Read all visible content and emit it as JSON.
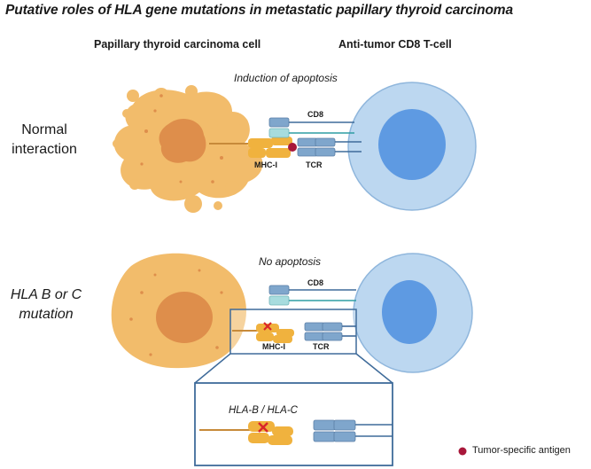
{
  "title": "Putative roles of HLA gene mutations in metastatic papillary thyroid carcinoma",
  "columns": {
    "tumor_cell": "Papillary thyroid carcinoma cell",
    "t_cell": "Anti-tumor CD8 T-cell"
  },
  "rows": [
    {
      "label_line1": "Normal",
      "label_line2": "interaction",
      "outcome": "Induction of apoptosis"
    },
    {
      "label_line1": "HLA B or C",
      "label_line2": "mutation",
      "outcome": "No apoptosis"
    }
  ],
  "molecule_labels": {
    "cd8": "CD8",
    "mhc": "MHC-I",
    "tcr": "TCR"
  },
  "zoom_label": "HLA-B / HLA-C",
  "legend": {
    "label": "Tumor-specific antigen",
    "color": "#a8173a"
  },
  "colors": {
    "tumor_body": "#f2bc6b",
    "tumor_nucleus": "#de8e4b",
    "t_cell_body": "#bcd7f0",
    "t_cell_nucleus": "#5e9ae2",
    "mhc": "#f0b23e",
    "receptor": "#7fa6cc",
    "cd8_light": "#a7dcde",
    "mutation_mark": "#d9262b",
    "frame": "#3f6b9a"
  }
}
